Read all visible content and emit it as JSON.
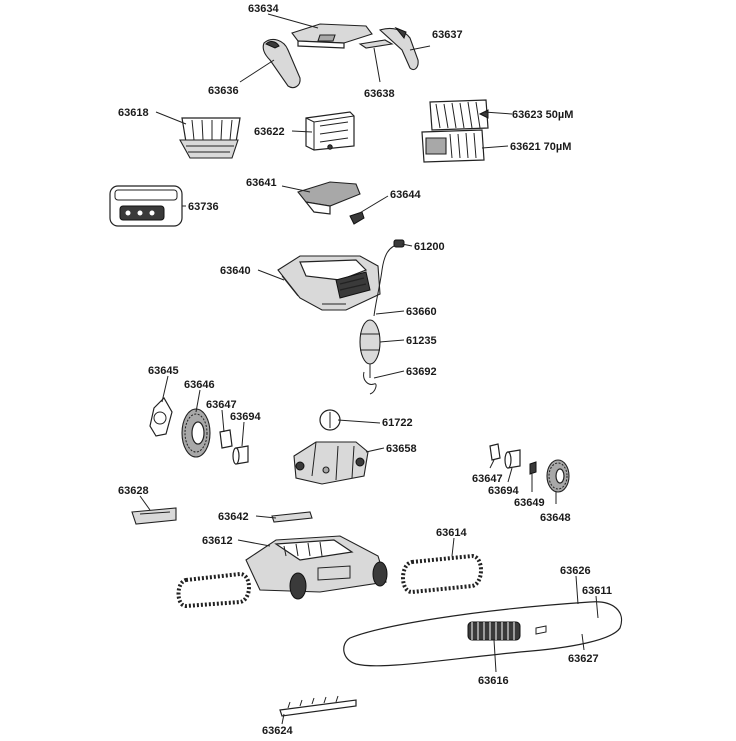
{
  "diagram": {
    "parts": [
      {
        "key": "p63634",
        "number": "63634"
      },
      {
        "key": "p63637",
        "number": "63637"
      },
      {
        "key": "p63636",
        "number": "63636"
      },
      {
        "key": "p63638",
        "number": "63638"
      },
      {
        "key": "p63618",
        "number": "63618"
      },
      {
        "key": "p63622",
        "number": "63622"
      },
      {
        "key": "p63623",
        "number": "63623 50µM"
      },
      {
        "key": "p63621",
        "number": "63621 70µM"
      },
      {
        "key": "p63641",
        "number": "63641"
      },
      {
        "key": "p63644",
        "number": "63644"
      },
      {
        "key": "p63736",
        "number": "63736"
      },
      {
        "key": "p61200",
        "number": "61200"
      },
      {
        "key": "p63640",
        "number": "63640"
      },
      {
        "key": "p63660",
        "number": "63660"
      },
      {
        "key": "p61235",
        "number": "61235"
      },
      {
        "key": "p63692",
        "number": "63692"
      },
      {
        "key": "p63645",
        "number": "63645"
      },
      {
        "key": "p63646",
        "number": "63646"
      },
      {
        "key": "p63647a",
        "number": "63647"
      },
      {
        "key": "p63694a",
        "number": "63694"
      },
      {
        "key": "p61722",
        "number": "61722"
      },
      {
        "key": "p63658",
        "number": "63658"
      },
      {
        "key": "p63647b",
        "number": "63647"
      },
      {
        "key": "p63694b",
        "number": "63694"
      },
      {
        "key": "p63649",
        "number": "63649"
      },
      {
        "key": "p63648",
        "number": "63648"
      },
      {
        "key": "p63628",
        "number": "63628"
      },
      {
        "key": "p63642",
        "number": "63642"
      },
      {
        "key": "p63612",
        "number": "63612"
      },
      {
        "key": "p63614",
        "number": "63614"
      },
      {
        "key": "p63626",
        "number": "63626"
      },
      {
        "key": "p63611",
        "number": "63611"
      },
      {
        "key": "p63627",
        "number": "63627"
      },
      {
        "key": "p63616",
        "number": "63616"
      },
      {
        "key": "p63624",
        "number": "63624"
      }
    ]
  }
}
